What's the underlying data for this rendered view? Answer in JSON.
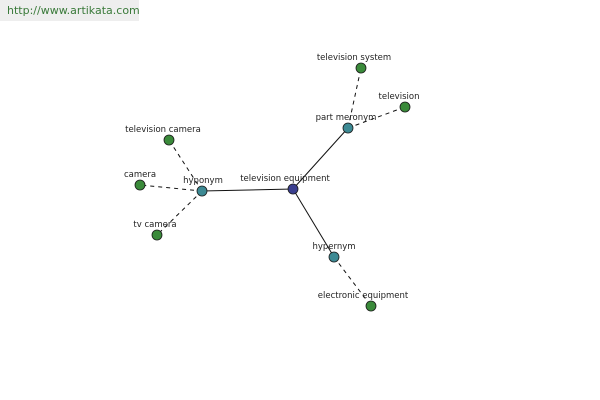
{
  "watermark": {
    "url": "http://www.artikata.com"
  },
  "graph": {
    "colors": {
      "center": "#3b3f8f",
      "relation": "#3d8a94",
      "leaf": "#3a8a3a",
      "edge": "#111111"
    },
    "nodes": [
      {
        "id": "center",
        "kind": "center",
        "label": "television equipment"
      },
      {
        "id": "part-meronym",
        "kind": "relation",
        "label": "part meronym"
      },
      {
        "id": "hyponym",
        "kind": "relation",
        "label": "hyponym"
      },
      {
        "id": "hypernym",
        "kind": "relation",
        "label": "hypernym"
      },
      {
        "id": "television-system",
        "kind": "leaf",
        "label": "television system"
      },
      {
        "id": "television",
        "kind": "leaf",
        "label": "television"
      },
      {
        "id": "television-camera",
        "kind": "leaf",
        "label": "television camera"
      },
      {
        "id": "camera",
        "kind": "leaf",
        "label": "camera"
      },
      {
        "id": "tv-camera",
        "kind": "leaf",
        "label": "tv camera"
      },
      {
        "id": "electronic-equipment",
        "kind": "leaf",
        "label": "electronic equipment"
      }
    ],
    "edges": [
      {
        "from": "center",
        "to": "part-meronym",
        "style": "solid"
      },
      {
        "from": "center",
        "to": "hyponym",
        "style": "solid"
      },
      {
        "from": "center",
        "to": "hypernym",
        "style": "solid"
      },
      {
        "from": "part-meronym",
        "to": "television-system",
        "style": "dashed"
      },
      {
        "from": "part-meronym",
        "to": "television",
        "style": "dashed"
      },
      {
        "from": "hyponym",
        "to": "television-camera",
        "style": "dashed"
      },
      {
        "from": "hyponym",
        "to": "camera",
        "style": "dashed"
      },
      {
        "from": "hyponym",
        "to": "tv-camera",
        "style": "dashed"
      },
      {
        "from": "hypernym",
        "to": "electronic-equipment",
        "style": "dashed"
      }
    ]
  }
}
